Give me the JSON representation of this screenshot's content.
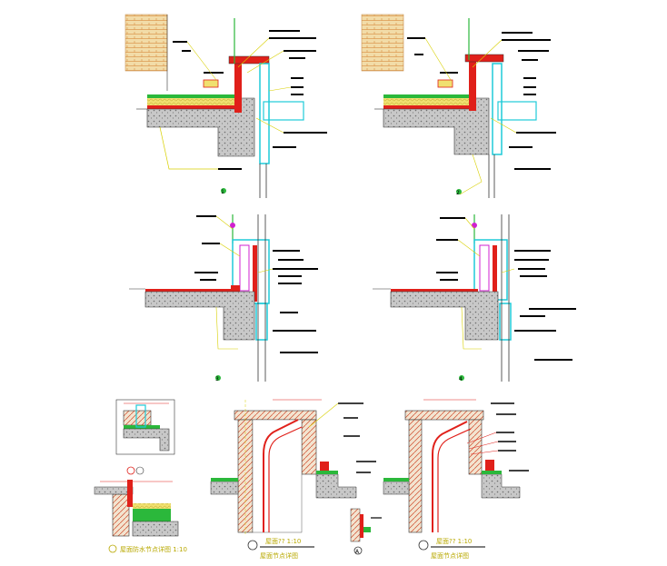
{
  "drawing": {
    "background": "#ffffff",
    "colors": {
      "concrete": "#9a9a9a",
      "insulation": "#d9c84a",
      "membrane": "#e0201a",
      "trim": "#1ecad8",
      "vegetation": "#2bb83b",
      "leader": "#d8d000",
      "magenta": "#d020d0",
      "brick": "#e8c890",
      "caption": "#b8a800",
      "label_bar": "#000000"
    },
    "details": [
      {
        "id": "d1",
        "marker": "1"
      },
      {
        "id": "d2",
        "marker": "2"
      },
      {
        "id": "d3",
        "marker": "3"
      },
      {
        "id": "d4",
        "marker": "4"
      }
    ],
    "bottom": {
      "left_caption": "屋面防水节点详图 1:10",
      "mid_scale": "屋面??  1:10",
      "mid_caption": "屋面节点详图",
      "right_scale": "屋面??  1:10",
      "right_caption": "屋面节点详图",
      "marker_a": "A"
    }
  }
}
